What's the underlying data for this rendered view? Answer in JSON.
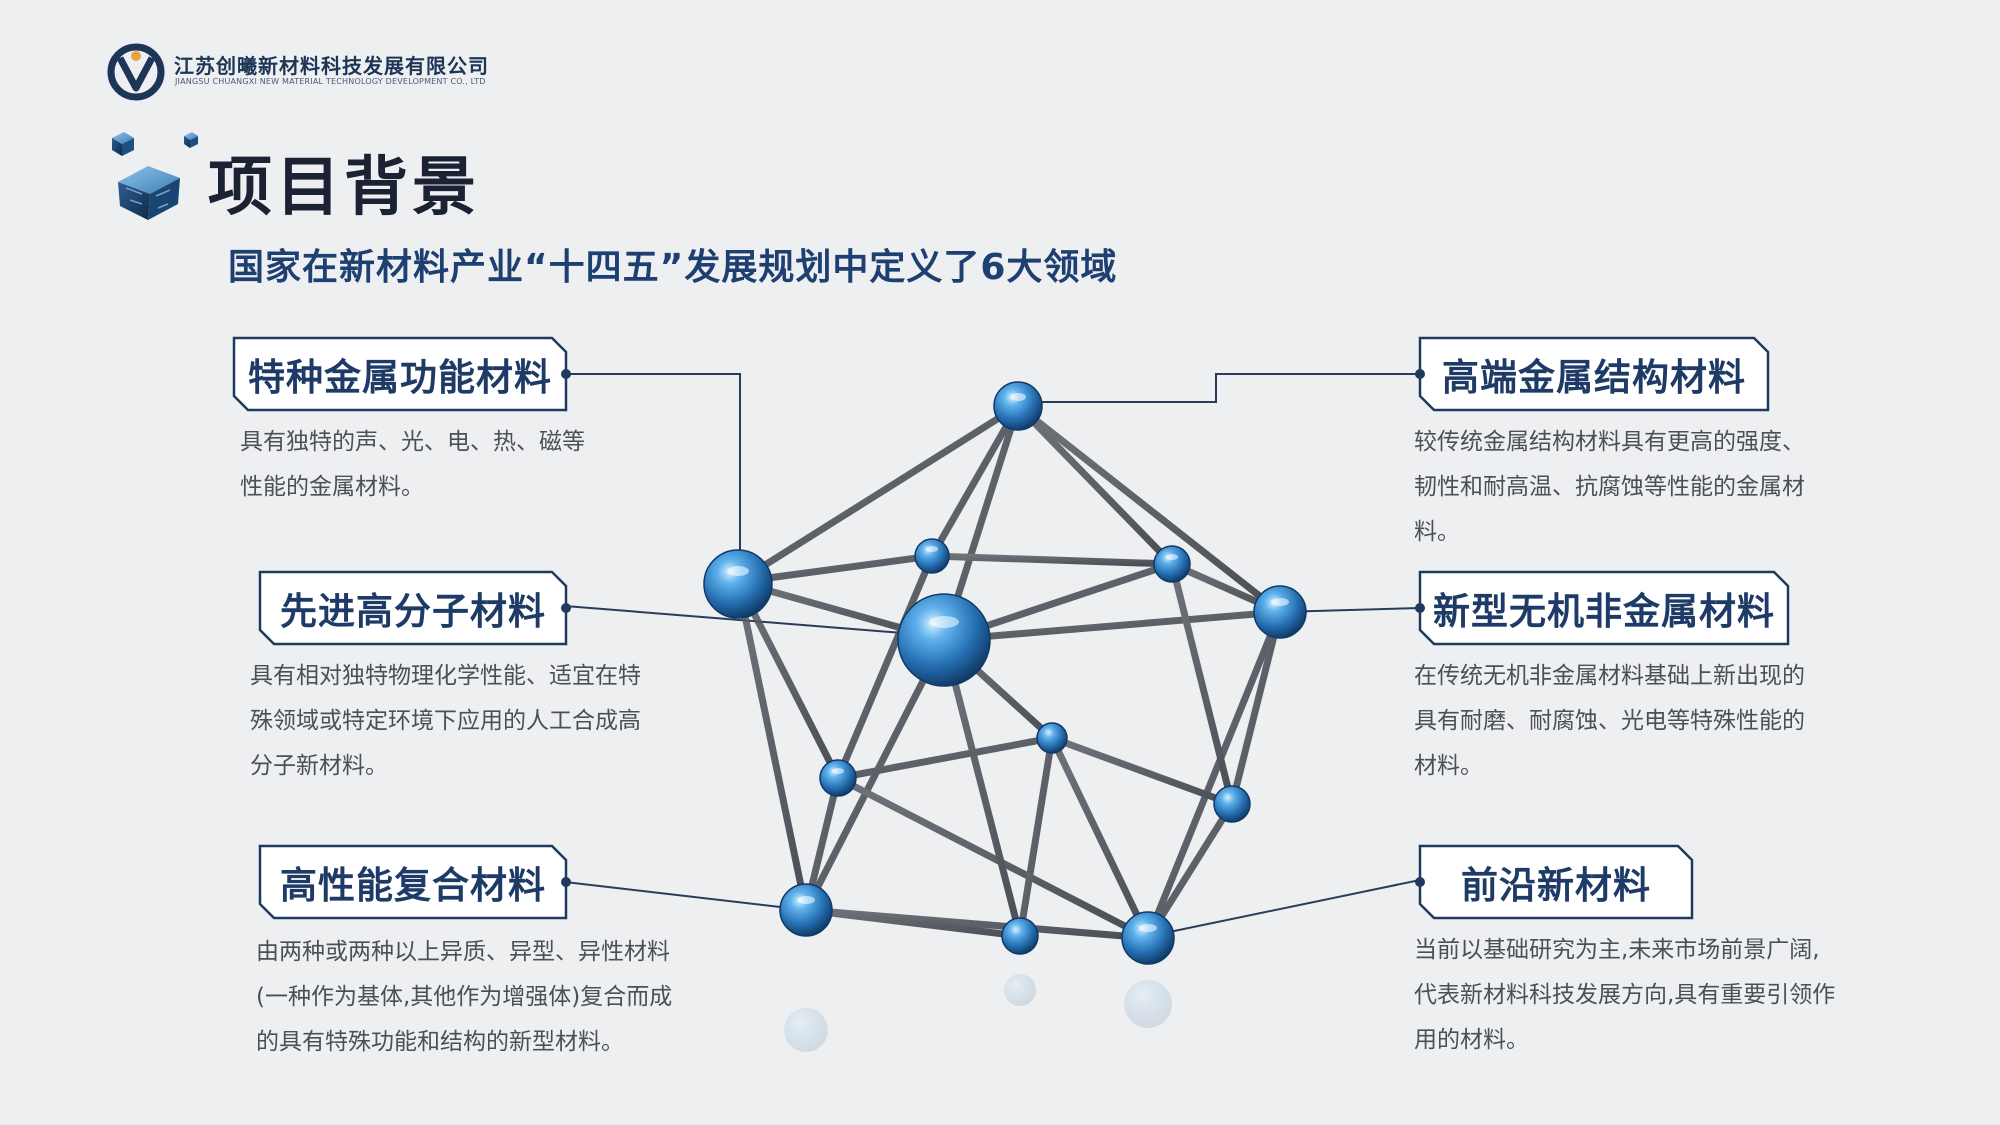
{
  "company": {
    "name": "江苏创曦新材料科技发展有限公司",
    "name_en": "JIANGSU CHUANGXI NEW MATERIAL TECHNOLOGY DEVELOPMENT CO., LTD"
  },
  "page": {
    "title": "项目背景",
    "subtitle": "国家在新材料产业“十四五”发展规划中定义了6大领域"
  },
  "colors": {
    "background": "#eeeff0",
    "title_blue": "#1e3a66",
    "frame_blue": "#1e3a5f",
    "node_blue": "#2f8fd6"
  },
  "categories": [
    {
      "title": "特种金属功能材料",
      "desc_lines": [
        "具有独特的声、光、电、热、磁等",
        "性能的金属材料。"
      ]
    },
    {
      "title": "先进高分子材料",
      "desc_lines": [
        "具有相对独特物理化学性能、适宜在特",
        "殊领域或特定环境下应用的人工合成高",
        "分子新材料。"
      ]
    },
    {
      "title": "高性能复合材料",
      "desc_lines": [
        "由两种或两种以上异质、异型、异性材料",
        "(一种作为基体,其他作为增强体)复合而成",
        "的具有特殊功能和结构的新型材料。"
      ]
    },
    {
      "title": "高端金属结构材料",
      "desc_lines": [
        "较传统金属结构材料具有更高的强度、",
        "韧性和耐高温、抗腐蚀等性能的金属材",
        "料。"
      ]
    },
    {
      "title": "新型无机非金属材料",
      "desc_lines": [
        "在传统无机非金属材料基础上新出现的",
        "具有耐磨、耐腐蚀、光电等特殊性能的",
        "材料。"
      ]
    },
    {
      "title": "前沿新材料",
      "desc_lines": [
        "当前以基础研究为主,未来市场前景广阔,",
        "代表新材料科技发展方向,具有重要引领作",
        "用的材料。"
      ]
    }
  ]
}
